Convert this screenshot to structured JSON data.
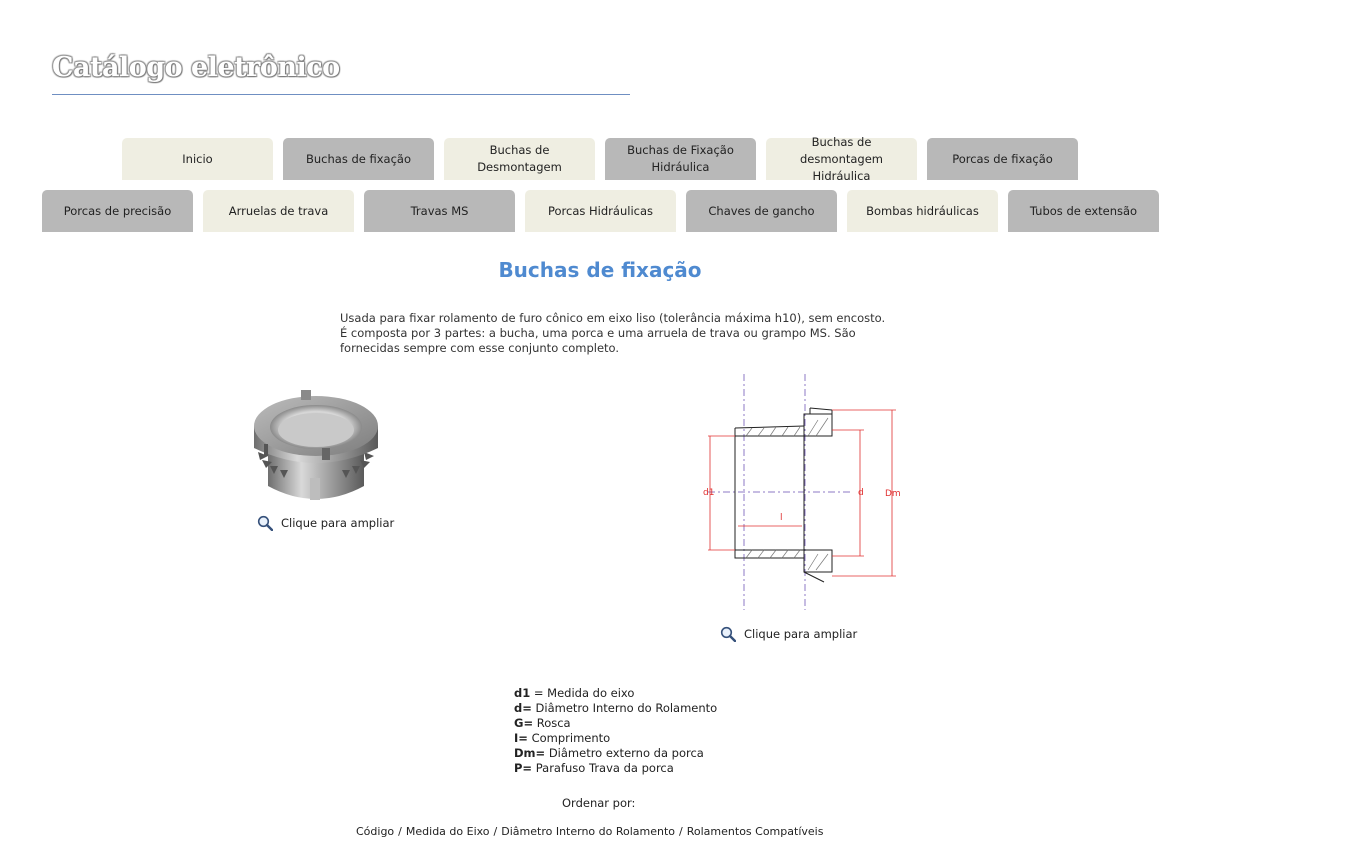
{
  "site_title": "Catálogo eletrônico",
  "nav_row1": [
    {
      "lines": [
        "Inicio"
      ],
      "style": "light"
    },
    {
      "lines": [
        "Buchas de fixação"
      ],
      "style": "gray"
    },
    {
      "lines": [
        "Buchas de",
        "Desmontagem"
      ],
      "style": "light"
    },
    {
      "lines": [
        "Buchas de Fixação",
        "Hidráulica"
      ],
      "style": "gray"
    },
    {
      "lines": [
        "Buchas de desmontagem",
        "Hidráulica"
      ],
      "style": "light"
    },
    {
      "lines": [
        "Porcas de fixação"
      ],
      "style": "gray"
    }
  ],
  "nav_row2": [
    {
      "lines": [
        "Porcas de precisão"
      ],
      "style": "gray"
    },
    {
      "lines": [
        "Arruelas de trava"
      ],
      "style": "light"
    },
    {
      "lines": [
        "Travas MS"
      ],
      "style": "gray"
    },
    {
      "lines": [
        "Porcas Hidráulicas"
      ],
      "style": "light"
    },
    {
      "lines": [
        "Chaves de gancho"
      ],
      "style": "gray"
    },
    {
      "lines": [
        "Bombas hidráulicas"
      ],
      "style": "light"
    },
    {
      "lines": [
        "Tubos de extensão"
      ],
      "style": "gray"
    }
  ],
  "main": {
    "heading": "Buchas de fixação",
    "intro": [
      "Usada para fixar rolamento de furo cônico em eixo liso (tolerância máxima h10), sem encosto.",
      "É composta por 3 partes: a bucha, uma porca e uma arruela de trava ou grampo MS. São fornecidas sempre com esse conjunto completo."
    ],
    "photo_zoom_label": "Clique para ampliar",
    "drawing_zoom_label": "Clique para ampliar",
    "drawing_labels": {
      "d1": "d1",
      "l": "l",
      "d": "d",
      "dm": "Dm"
    }
  },
  "legend": [
    {
      "term": "d1",
      "desc": " = Medida do eixo"
    },
    {
      "term": "d=",
      "desc": " Diâmetro Interno do Rolamento"
    },
    {
      "term": "G=",
      "desc": " Rosca"
    },
    {
      "term": "I=",
      "desc": " Comprimento"
    },
    {
      "term": "Dm=",
      "desc": " Diâmetro externo da porca"
    },
    {
      "term": "P=",
      "desc": " Parafuso Trava da porca"
    }
  ],
  "order_label": "Ordenar por:",
  "sort_links": [
    "Código",
    "Medida do Eixo",
    "Diâmetro Interno do Rolamento",
    "Rolamentos Compatíveis"
  ],
  "colors": {
    "heading": "#4f8ad0",
    "tab_light": "#efeee2",
    "tab_gray": "#b8b8b8",
    "dimension_red": "#e03030"
  },
  "icons": {
    "zoom": "magnifier-icon"
  }
}
